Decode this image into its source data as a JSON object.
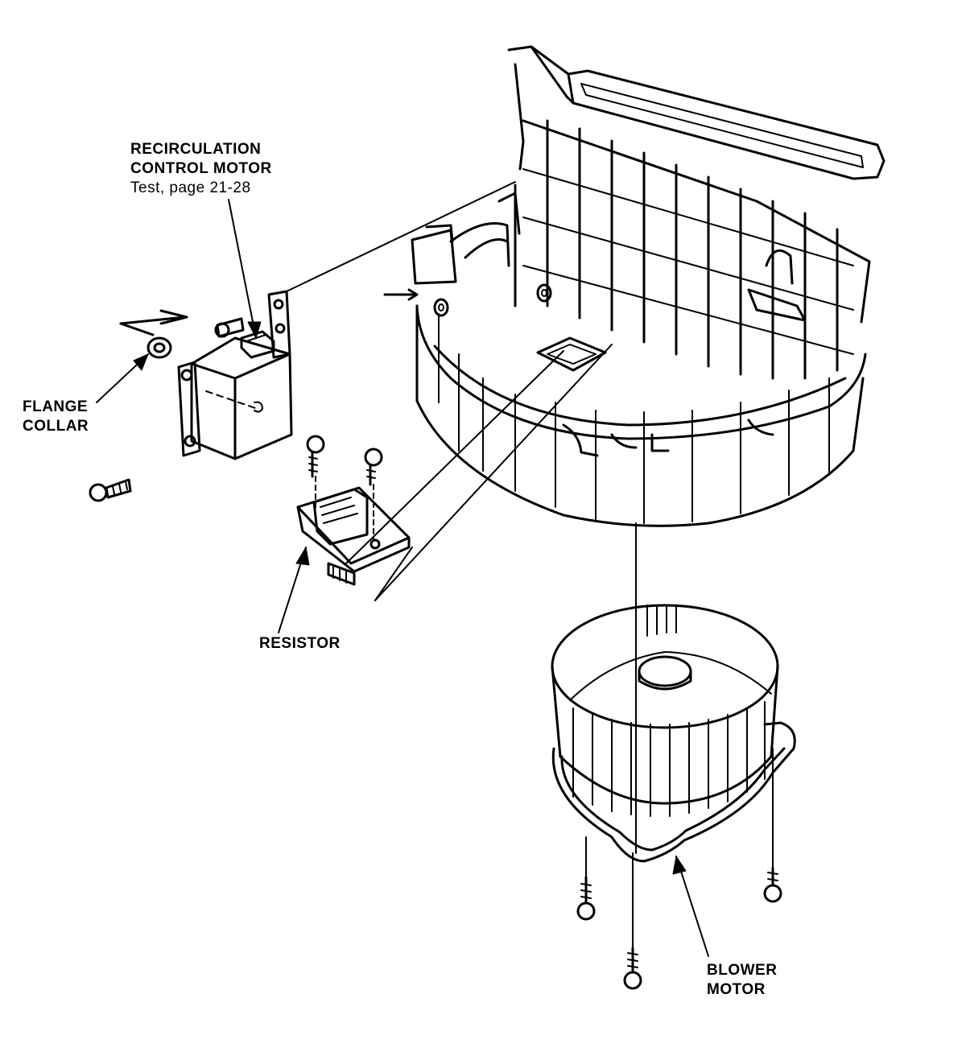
{
  "labels": {
    "recirc_line1": "RECIRCULATION",
    "recirc_line2": "CONTROL MOTOR",
    "recirc_line3": "Test, page 21-28",
    "flange_line1": "FLANGE",
    "flange_line2": "COLLAR",
    "resistor": "RESISTOR",
    "blower_line1": "BLOWER",
    "blower_line2": "MOTOR"
  }
}
